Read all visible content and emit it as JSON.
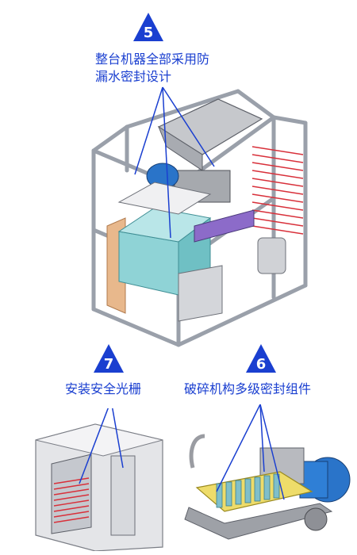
{
  "colors": {
    "callout_blue": "#1a3fd0",
    "frame_gray": "#b9bcc4",
    "water_tank_cyan": "#8fd3d6",
    "motor_blue": "#2a74c9",
    "light_curtain_red": "#d8303a",
    "wood_panel": "#e8b88c"
  },
  "callouts": [
    {
      "number": "5",
      "lines": [
        "整台机器全部采用防",
        "漏水密封设计"
      ]
    },
    {
      "number": "7",
      "lines": [
        "安装安全光栅"
      ]
    },
    {
      "number": "6",
      "lines": [
        "破碎机构多级密封组件"
      ]
    }
  ]
}
